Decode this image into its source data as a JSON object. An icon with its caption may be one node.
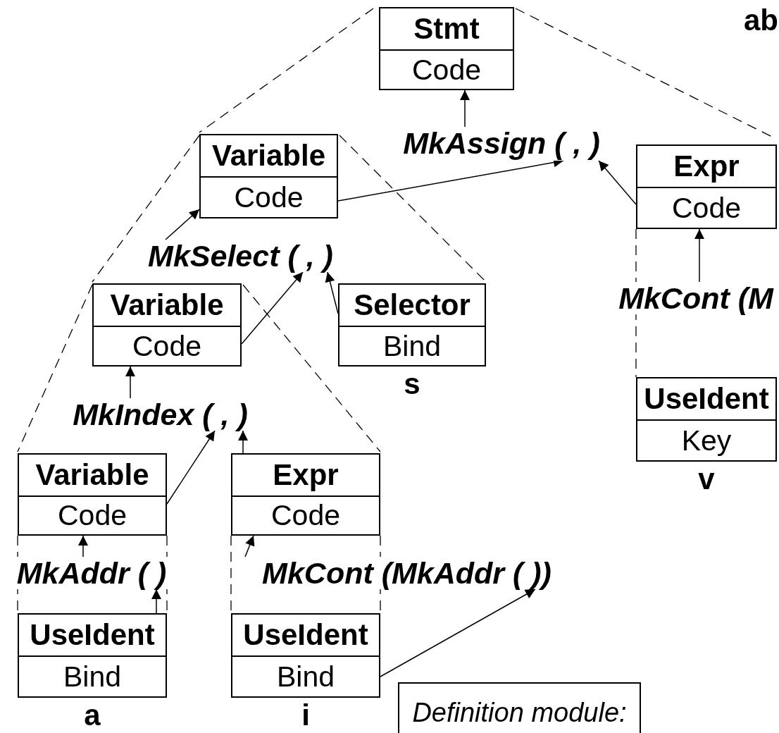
{
  "diagram": {
    "nodes": [
      {
        "text": [
          "Stmt",
          "Code"
        ]
      },
      {
        "text": [
          "MkAssign ( , )"
        ]
      },
      {
        "text": [
          "Variable",
          "Code"
        ]
      },
      {
        "text": [
          "Expr",
          "Code"
        ]
      },
      {
        "text": [
          "MkSelect ( , )"
        ]
      },
      {
        "text": [
          "Variable",
          "Code"
        ]
      },
      {
        "text": [
          "Selector",
          "Bind"
        ],
        "beside": [
          "s"
        ]
      },
      {
        "text": [
          "MkCont (M"
        ]
      },
      {
        "text": [
          "UseIdent",
          "Key"
        ],
        "beside": [
          "v"
        ]
      },
      {
        "text": [
          "MkIndex ( , )"
        ]
      },
      {
        "text": [
          "Variable",
          "Code"
        ]
      },
      {
        "text": [
          "Expr",
          "Code"
        ]
      },
      {
        "text": [
          "MkAddr ( )"
        ]
      },
      {
        "text": [
          "MkCont (MkAddr ( ))"
        ]
      },
      {
        "text": [
          "UseIdent",
          "Bind"
        ],
        "beside": [
          "a"
        ]
      },
      {
        "text": [
          "UseIdent",
          "Bind"
        ],
        "beside": [
          "i"
        ]
      },
      {
        "text": [
          "Definition module:"
        ]
      }
    ],
    "edges": [
      {
        "from": 1,
        "to": 0,
        "arrow": "to"
      },
      {
        "from": 2,
        "to": 1,
        "arrow": "to"
      },
      {
        "from": 3,
        "to": 1,
        "arrow": "to"
      },
      {
        "from": 4,
        "to": 2,
        "arrow": "to"
      },
      {
        "from": 5,
        "to": 4,
        "arrow": "to"
      },
      {
        "from": 6,
        "to": 4,
        "arrow": "to"
      },
      {
        "from": 7,
        "to": 3,
        "arrow": "to"
      },
      {
        "from": 9,
        "to": 5,
        "arrow": "to"
      },
      {
        "from": 10,
        "to": 9,
        "arrow": "to"
      },
      {
        "from": 11,
        "to": 9,
        "arrow": "to"
      },
      {
        "from": 12,
        "to": 10,
        "arrow": "to"
      },
      {
        "from": 13,
        "to": 11,
        "arrow": "to"
      },
      {
        "from": 14,
        "to": 12,
        "arrow": "to"
      },
      {
        "from": 15,
        "to": 13,
        "arrow": "to"
      }
    ],
    "labels": [
      "ab"
    ]
  }
}
